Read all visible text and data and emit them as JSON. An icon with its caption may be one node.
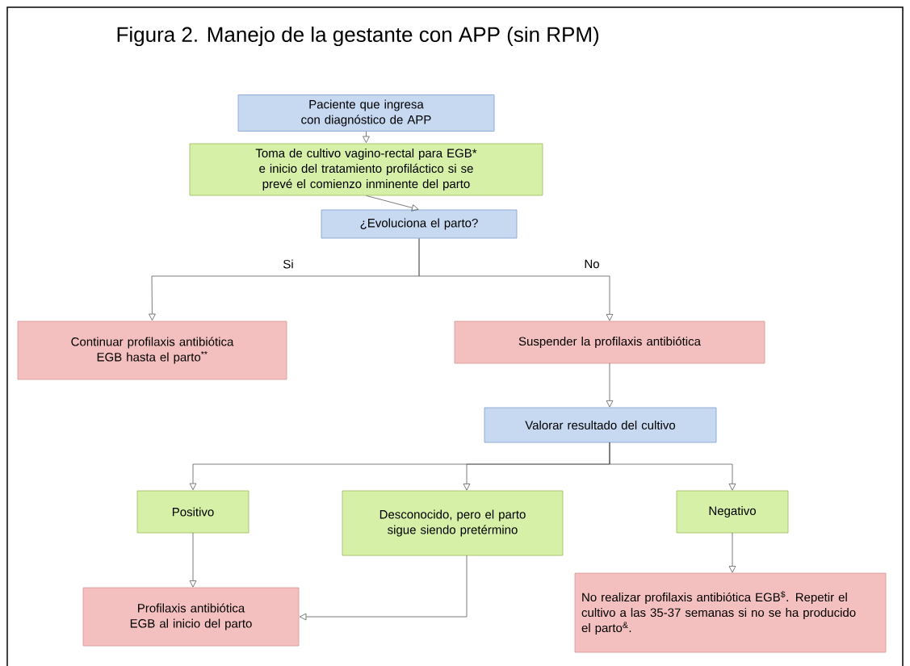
{
  "diagram": {
    "title": "Figura 2. Manejo de la gestante con APP (sin RPM)",
    "nodes": [
      {
        "text": [
          "Paciente que ingresa con diagnóstico de APP"
        ]
      },
      {
        "text": [
          "Toma de cultivo vagino-rectal para EGB* e inicio del tratamiento profiláctico si se prevé el comienzo inminente del parto"
        ]
      },
      {
        "text": [
          "¿Evoluciona el parto?"
        ]
      },
      {
        "text": [
          "Continuar profilaxis antibiótica EGB hasta el parto$^{**}$"
        ]
      },
      {
        "text": [
          "Suspender la profilaxis antibiótica"
        ]
      },
      {
        "text": [
          "Valorar resultado del cultivo"
        ]
      },
      {
        "text": [
          "Positivo"
        ]
      },
      {
        "text": [
          "Desconocido, pero el parto sigue siendo pretérmino"
        ]
      },
      {
        "text": [
          "Negativo"
        ]
      },
      {
        "text": [
          "Profilaxis antibiótica EGB al inicio del parto"
        ]
      },
      {
        "text": [
          "No realizar profilaxis antibiótica EGB$^{$}$. Repetir el cultivo a las 35-37 semanas si no se ha producido el parto$^{&}$."
        ]
      }
    ],
    "edges": [
      {
        "from": 0,
        "to": 1,
        "arrow": "to"
      },
      {
        "from": 1,
        "to": 2,
        "arrow": "to"
      },
      {
        "from": 2,
        "to": 3,
        "arrow": "to",
        "label": "Si"
      },
      {
        "from": 2,
        "to": 4,
        "arrow": "to",
        "label": "No"
      },
      {
        "from": 4,
        "to": 5,
        "arrow": "to"
      },
      {
        "from": 5,
        "to": 6,
        "arrow": "to"
      },
      {
        "from": 5,
        "to": 7,
        "arrow": "to"
      },
      {
        "from": 5,
        "to": 8,
        "arrow": "to"
      },
      {
        "from": 6,
        "to": 9,
        "arrow": "to"
      },
      {
        "from": 7,
        "to": 9,
        "arrow": "to"
      },
      {
        "from": 8,
        "to": 10,
        "arrow": "to"
      }
    ]
  }
}
